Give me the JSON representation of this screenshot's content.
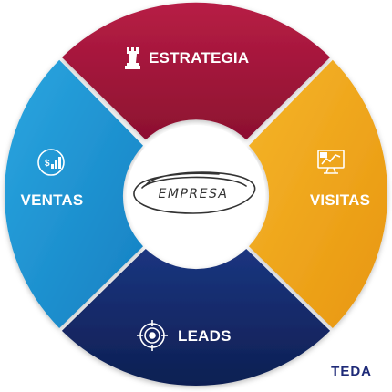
{
  "center": {
    "label": "EMPRESA"
  },
  "segments": [
    {
      "id": "top",
      "label": "ESTRATEGIA",
      "icon": "chess-rook-icon",
      "color": "#a3163a"
    },
    {
      "id": "right",
      "label": "VISITAS",
      "icon": "analytics-monitor-icon",
      "color": "#f2a81d"
    },
    {
      "id": "bottom",
      "label": "LEADS",
      "icon": "target-crosshair-icon",
      "color": "#132a6b"
    },
    {
      "id": "left",
      "label": "VENTAS",
      "icon": "money-growth-icon",
      "color": "#1f95d2"
    }
  ],
  "brand": {
    "name": "TEDA",
    "accent_color": "#c8102e",
    "main_color": "#1e2a78"
  }
}
